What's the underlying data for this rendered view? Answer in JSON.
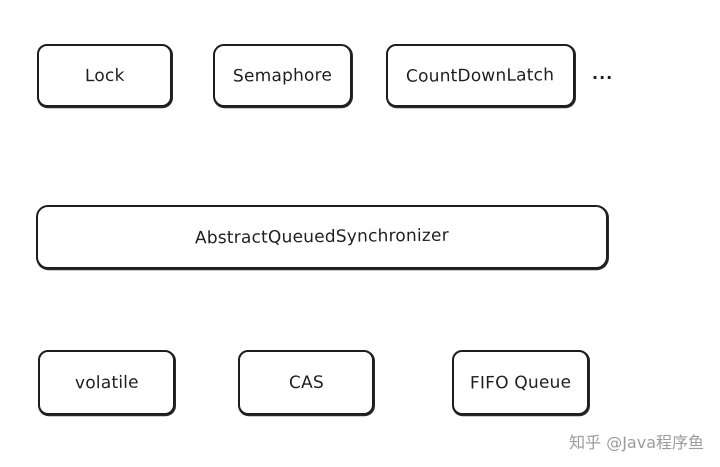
{
  "diagram": {
    "top_row": [
      {
        "id": "lock",
        "label": "Lock"
      },
      {
        "id": "semaphore",
        "label": "Semaphore"
      },
      {
        "id": "countdownlatch",
        "label": "CountDownLatch"
      }
    ],
    "top_row_more": "...",
    "middle": {
      "id": "aqs",
      "label": "AbstractQueuedSynchronizer"
    },
    "bottom_row": [
      {
        "id": "volatile",
        "label": "volatile"
      },
      {
        "id": "cas",
        "label": "CAS"
      },
      {
        "id": "fifo",
        "label": "FIFO Queue"
      }
    ]
  },
  "watermark": {
    "text": "知乎 @Java程序鱼"
  }
}
